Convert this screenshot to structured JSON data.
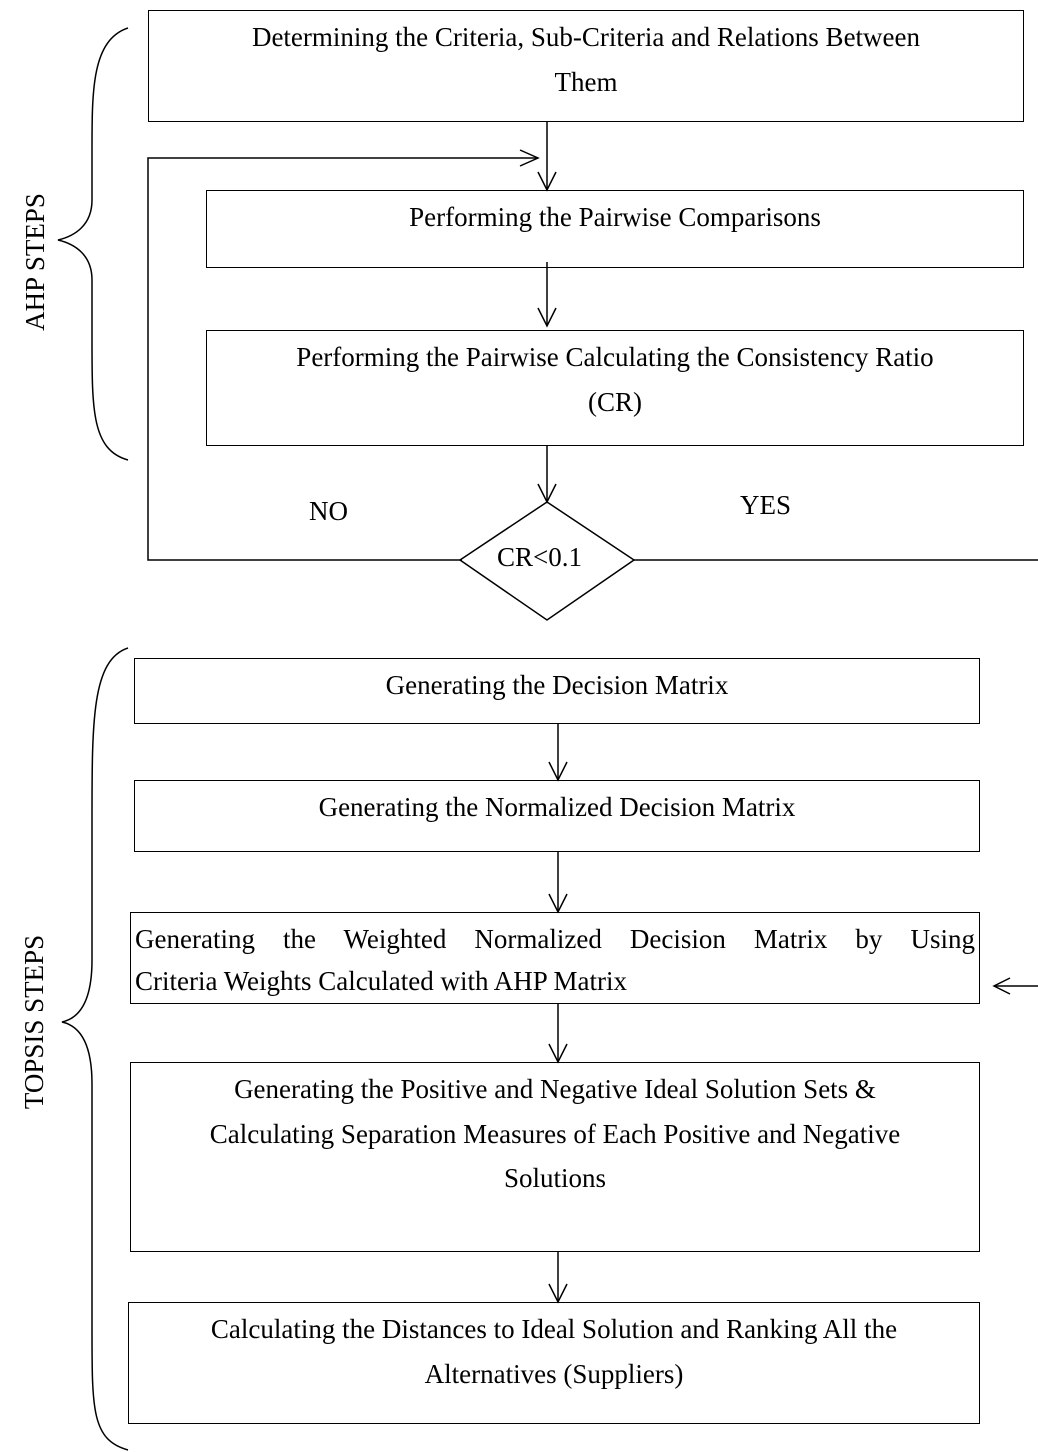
{
  "sections": {
    "ahp": "AHP STEPS",
    "topsis": "TOPSIS STEPS"
  },
  "steps": {
    "criteria": {
      "line1": "Determining the Criteria, Sub-Criteria and Relations Between",
      "line2": "Them"
    },
    "pairwise": {
      "line1": "Performing the Pairwise Comparisons"
    },
    "consistency": {
      "line1": "Performing the Pairwise Calculating the Consistency Ratio",
      "line2": "(CR)"
    },
    "decision_matrix": {
      "line1": "Generating the Decision Matrix"
    },
    "normalized": {
      "line1": "Generating the Normalized Decision Matrix"
    },
    "weighted": {
      "line1": "Generating the Weighted Normalized Decision Matrix by Using",
      "line2": "Criteria Weights Calculated with AHP Matrix"
    },
    "ideal_sets": {
      "line1": "Generating the Positive and Negative Ideal Solution Sets &",
      "line2": "Calculating Separation Measures of Each Positive and Negative",
      "line3": "Solutions"
    },
    "ranking": {
      "line1": "Calculating the Distances to Ideal Solution and Ranking All the",
      "line2": "Alternatives (Suppliers)"
    }
  },
  "decision": {
    "condition": "CR<0.1",
    "no_label": "NO",
    "yes_label": "YES"
  }
}
